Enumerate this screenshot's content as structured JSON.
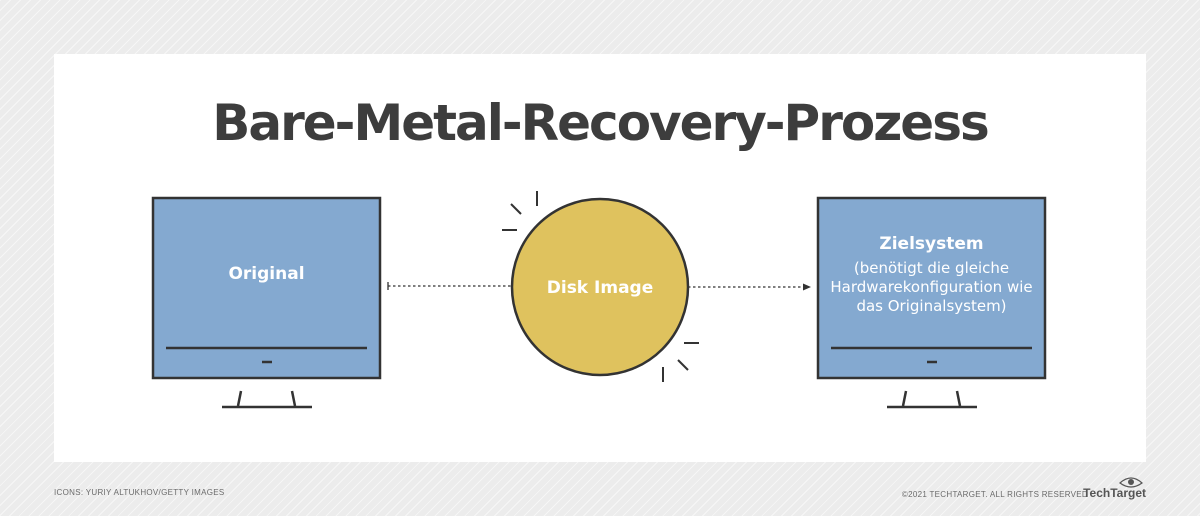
{
  "title": "Bare-Metal-Recovery-Prozess",
  "nodes": {
    "original": {
      "label": "Original"
    },
    "disk_image": {
      "label": "Disk Image"
    },
    "target": {
      "label": "Zielsystem",
      "note_lines": [
        "(benötigt die gleiche",
        "Hardwarekonfiguration wie",
        "das Originalsystem)"
      ]
    }
  },
  "footer": {
    "credit": "ICONS: YURIY ALTUKHOV/GETTY IMAGES",
    "copyright": "©2021 TECHTARGET. ALL RIGHTS RESERVED",
    "brand": "TechTarget"
  },
  "colors": {
    "monitor_fill": "#84a9d0",
    "disk_fill": "#dfc25e",
    "outline": "#333333",
    "title": "#3d3d3d"
  },
  "icons": [
    "monitor-icon",
    "disk-icon",
    "eye-logo-icon"
  ]
}
